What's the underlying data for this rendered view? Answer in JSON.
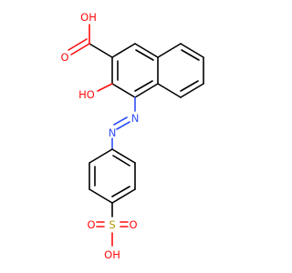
{
  "colors": {
    "bond": "#000000",
    "oxygen": "#ff0d0d",
    "nitrogen": "#3050f8",
    "sulfur": "#b59a00",
    "background": "#ffffff"
  },
  "atoms": {
    "cooh_oh": "OH",
    "cooh_o": "O",
    "naphthol_oh": "HO",
    "azo_n1": "N",
    "azo_n2": "N",
    "sulfur": "S",
    "sulfo_o_left": "O",
    "sulfo_o_right": "O",
    "sulfo_oh": "OH"
  }
}
